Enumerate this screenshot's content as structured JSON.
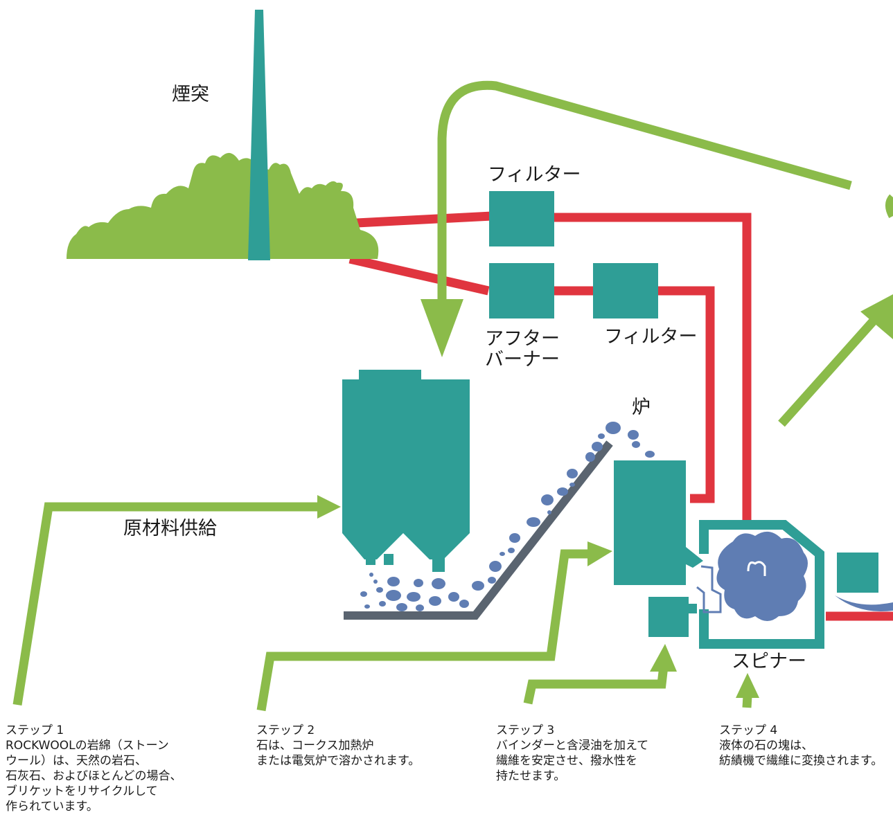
{
  "labels": {
    "chimney": "煙突",
    "filter_top": "フィルター",
    "afterburner_1": "アフター",
    "afterburner_2": "バーナー",
    "filter_mid": "フィルター",
    "furnace": "炉",
    "raw_material": "原材料供給",
    "spinner": "スピナー"
  },
  "steps": [
    {
      "title": "ステップ 1",
      "lines": [
        "ROCKWOOLの岩綿（ストーン",
        "ウール）は、天然の岩石、",
        "石灰石、およびほとんどの場合、",
        "ブリケットをリサイクルして",
        "作られています。"
      ]
    },
    {
      "title": "ステップ 2",
      "lines": [
        "石は、コークス加熱炉",
        "または電気炉で溶かされます。"
      ]
    },
    {
      "title": "ステップ 3",
      "lines": [
        "バインダーと含浸油を加えて",
        "繊維を安定させ、撥水性を",
        "持たせます。"
      ]
    },
    {
      "title": "ステップ 4",
      "lines": [
        "液体の石の塊は、",
        "紡績機で繊維に変換されます。"
      ]
    }
  ],
  "colors": {
    "green": "#8bbb4a",
    "teal": "#2f9e96",
    "red": "#e0353f",
    "stone": "#5f7db3",
    "conveyor": "#5a6470"
  }
}
